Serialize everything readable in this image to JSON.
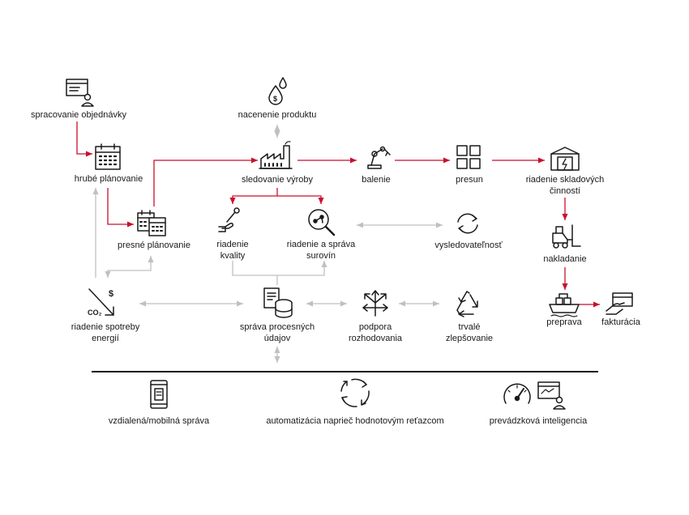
{
  "nodes": {
    "spracovanie": [
      "spracovanie objednávky"
    ],
    "hrube": [
      "hrubé plánovanie"
    ],
    "presne": [
      "presné plánovanie"
    ],
    "energia": [
      "riadenie spotreby",
      "energií"
    ],
    "nacenenie": [
      "nacenenie produktu"
    ],
    "sledovanie": [
      "sledovanie výroby"
    ],
    "kvalita": [
      "riadenie",
      "kvality"
    ],
    "suroviny": [
      "riadenie a správa",
      "surovín"
    ],
    "sprava": [
      "správa procesných",
      "údajov"
    ],
    "podpora": [
      "podpora",
      "rozhodovania"
    ],
    "balenie": [
      "balenie"
    ],
    "presun": [
      "presun"
    ],
    "sklad": [
      "riadenie skladových",
      "činností"
    ],
    "vysledovatelnost": [
      "vysledovateľnosť"
    ],
    "zlepsovanie": [
      "trvalé",
      "zlepšovanie"
    ],
    "nakladanie": [
      "nakladanie"
    ],
    "preprava": [
      "preprava"
    ],
    "fakturacia": [
      "fakturácia"
    ]
  },
  "footer": {
    "mobile": "vzdialená/mobilná správa",
    "automation": "automatizácia naprieč hodnotovým reťazcom",
    "intelligence": "prevádzková inteligencia"
  },
  "icon_glyphs": {
    "dollar": "$",
    "co2": "CO₂"
  },
  "colors": {
    "flow": "#c8102e",
    "link": "#c0c0c0",
    "icon": "#1a1a1a",
    "text": "#1a1a1a"
  }
}
